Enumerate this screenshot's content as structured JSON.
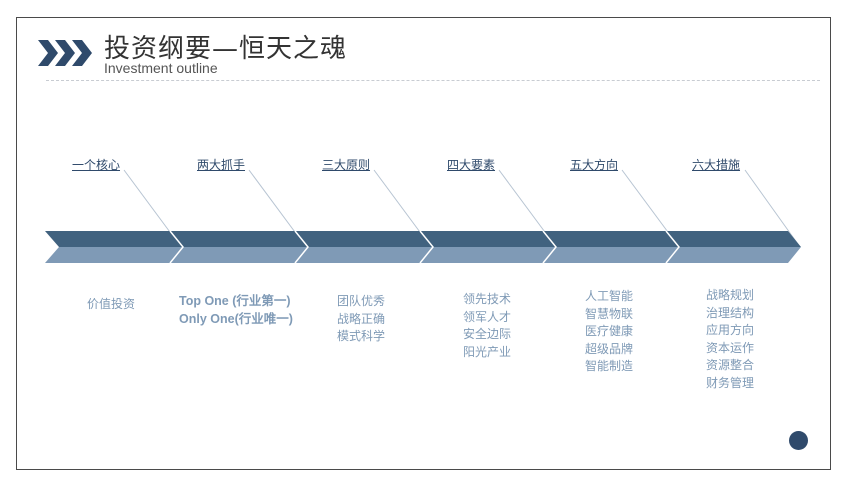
{
  "header": {
    "title": "投资纲要—恒天之魂",
    "subtitle": "Investment outline"
  },
  "colors": {
    "dark": "#41627f",
    "light": "#7f9ab6",
    "heading": "#2f4a6b",
    "dot": "#2f4a6b"
  },
  "icons": [
    "triple-chevron-icon"
  ],
  "stages": [
    {
      "heading": "一个核心",
      "items": [
        "价值投资"
      ]
    },
    {
      "heading": "两大抓手",
      "items": [
        "Top One (行业第一)",
        "Only One(行业唯一)"
      ]
    },
    {
      "heading": "三大原则",
      "items": [
        "团队优秀",
        "战略正确",
        "模式科学"
      ]
    },
    {
      "heading": "四大要素",
      "items": [
        "领先技术",
        "领军人才",
        "安全边际",
        "阳光产业"
      ]
    },
    {
      "heading": "五大方向",
      "items": [
        "人工智能",
        "智慧物联",
        "医疗健康",
        "超级品牌",
        "智能制造"
      ]
    },
    {
      "heading": "六大措施",
      "items": [
        "战略规划",
        "治理结构",
        "应用方向",
        "资本运作",
        "资源整合",
        "财务管理"
      ]
    }
  ]
}
